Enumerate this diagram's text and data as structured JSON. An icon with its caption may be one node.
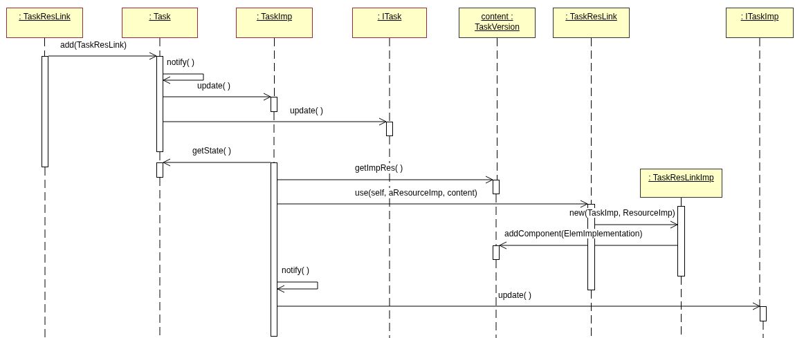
{
  "diagram": {
    "nodes": [
      {
        "text": [
          ": TaskResLink"
        ]
      },
      {
        "text": [
          ": Task"
        ]
      },
      {
        "text": [
          ": TaskImp"
        ]
      },
      {
        "text": [
          ": ITask"
        ]
      },
      {
        "text": [
          "content : TaskVersion"
        ]
      },
      {
        "text": [
          ": TaskResLink"
        ]
      },
      {
        "text": [
          ": ITaskImp"
        ]
      },
      {
        "text": [
          ": TaskResLinkImp"
        ]
      },
      {
        "text": [],
        "shape": "bar"
      },
      {
        "text": [],
        "shape": "bar"
      },
      {
        "text": [],
        "shape": "bar"
      },
      {
        "text": [],
        "shape": "bar"
      },
      {
        "text": [],
        "shape": "bar"
      },
      {
        "text": [],
        "shape": "bar"
      },
      {
        "text": [],
        "shape": "bar"
      },
      {
        "text": [],
        "shape": "bar"
      },
      {
        "text": [],
        "shape": "bar"
      },
      {
        "text": [],
        "shape": "bar"
      },
      {
        "text": [],
        "shape": "bar"
      }
    ],
    "edges": [
      {
        "from": 8,
        "to": 9,
        "arrow": "to",
        "label": "add(TaskResLink)"
      },
      {
        "from": 9,
        "to": 9,
        "arrow": "to",
        "label": "notify( )"
      },
      {
        "from": 9,
        "to": 10,
        "arrow": "to",
        "label": "update( )"
      },
      {
        "from": 9,
        "to": 11,
        "arrow": "to",
        "label": "update( )"
      },
      {
        "from": 13,
        "to": 12,
        "arrow": "to",
        "label": "getState( )"
      },
      {
        "from": 13,
        "to": 14,
        "arrow": "to",
        "label": "getImpRes( )"
      },
      {
        "from": 13,
        "to": 15,
        "arrow": "to",
        "label": "use(self, aResourceImp, content)"
      },
      {
        "from": 15,
        "to": 16,
        "arrow": "to",
        "label": "new(TaskImp, ResourceImp)"
      },
      {
        "from": 16,
        "to": 17,
        "arrow": "to",
        "label": "addComponent(ElemImplementation)"
      },
      {
        "from": 13,
        "to": 13,
        "arrow": "to",
        "label": "notify( )"
      },
      {
        "from": 13,
        "to": 18,
        "arrow": "to",
        "label": "update( )"
      },
      {
        "from": 0,
        "to": 8,
        "arrow": "none",
        "style": "dashed"
      },
      {
        "from": 8,
        "to": null,
        "arrow": "none",
        "style": "dashed"
      },
      {
        "from": 1,
        "to": 9,
        "arrow": "none",
        "style": "dashed"
      },
      {
        "from": 9,
        "to": 12,
        "arrow": "none",
        "style": "dashed"
      },
      {
        "from": 12,
        "to": null,
        "arrow": "none",
        "style": "dashed"
      },
      {
        "from": 2,
        "to": 10,
        "arrow": "none",
        "style": "dashed"
      },
      {
        "from": 10,
        "to": 13,
        "arrow": "none",
        "style": "dashed"
      },
      {
        "from": 3,
        "to": 11,
        "arrow": "none",
        "style": "dashed"
      },
      {
        "from": 11,
        "to": null,
        "arrow": "none",
        "style": "dashed"
      },
      {
        "from": 4,
        "to": 14,
        "arrow": "none",
        "style": "dashed"
      },
      {
        "from": 14,
        "to": 17,
        "arrow": "none",
        "style": "dashed"
      },
      {
        "from": 17,
        "to": null,
        "arrow": "none",
        "style": "dashed"
      },
      {
        "from": 5,
        "to": 15,
        "arrow": "none",
        "style": "dashed"
      },
      {
        "from": 15,
        "to": null,
        "arrow": "none",
        "style": "dashed"
      },
      {
        "from": 7,
        "to": 16,
        "arrow": "none",
        "style": "dashed"
      },
      {
        "from": 16,
        "to": null,
        "arrow": "none",
        "style": "dashed"
      },
      {
        "from": 6,
        "to": 18,
        "arrow": "none",
        "style": "dashed"
      },
      {
        "from": 18,
        "to": null,
        "arrow": "none",
        "style": "dashed"
      }
    ]
  }
}
